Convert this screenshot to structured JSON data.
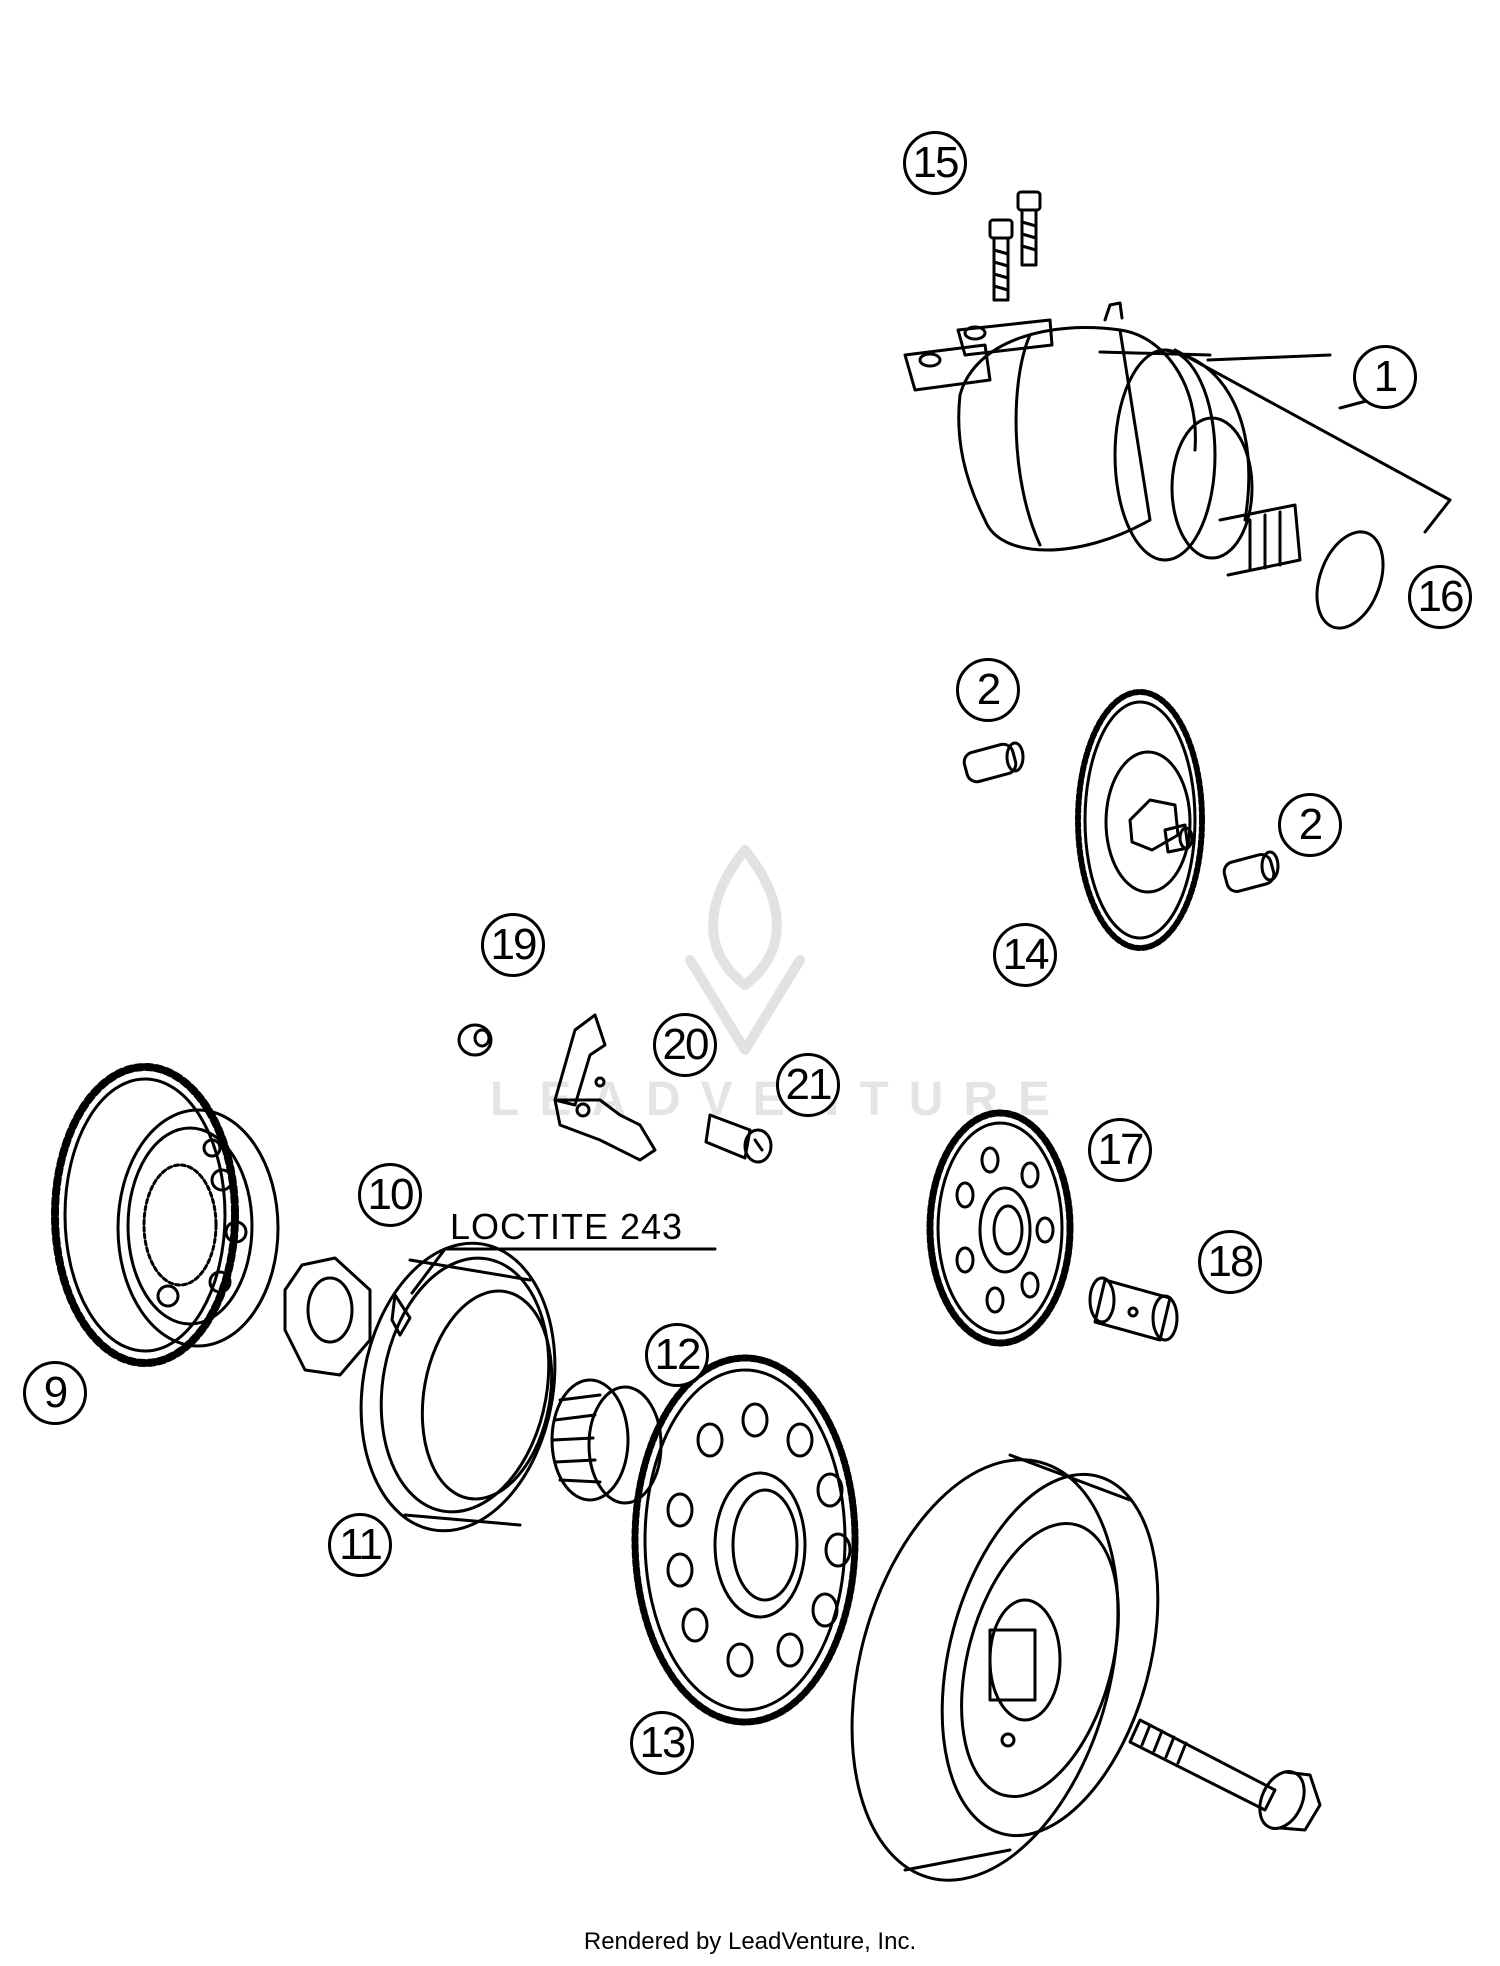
{
  "callouts": {
    "c1": "1",
    "c2a": "2",
    "c2b": "2",
    "c9": "9",
    "c10": "10",
    "c11": "11",
    "c12": "12",
    "c13": "13",
    "c14": "14",
    "c15": "15",
    "c16": "16",
    "c17": "17",
    "c18": "18",
    "c19": "19",
    "c20": "20",
    "c21": "21"
  },
  "note": "LOCTITE 243",
  "watermark": "LEADVENTURE",
  "footer": "Rendered by LeadVenture, Inc."
}
